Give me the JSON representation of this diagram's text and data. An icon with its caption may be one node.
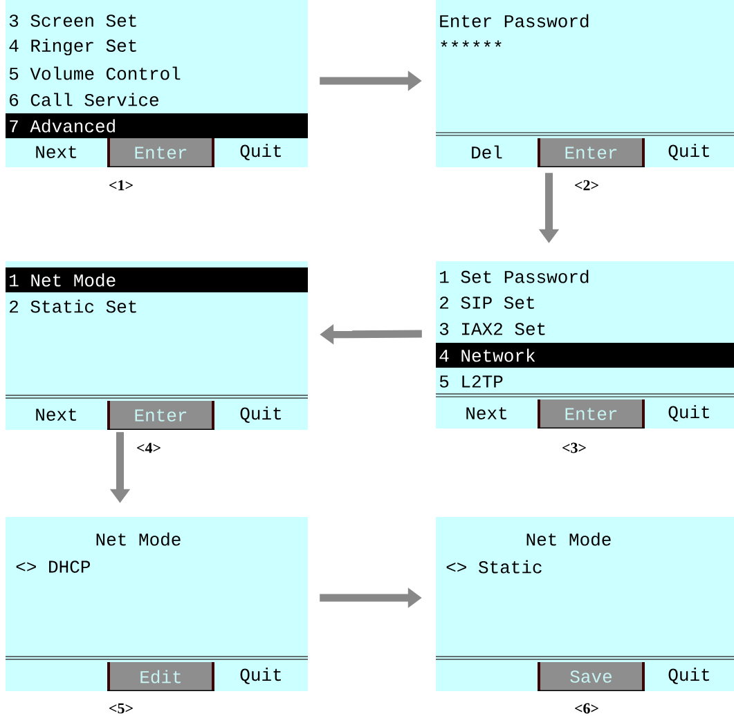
{
  "diagram": {
    "nodes": [
      {
        "text": [
          "3 Screen Set",
          "4 Ringer Set",
          "5 Volume Control",
          "6 Call Service",
          "7 Advanced"
        ],
        "beside": [
          "<1>"
        ]
      },
      {
        "text": [
          "Next"
        ],
        "in": 0
      },
      {
        "text": [
          "Enter"
        ],
        "in": 0
      },
      {
        "text": [
          "Quit"
        ],
        "in": 0
      },
      {
        "text": [
          "Enter Password",
          "******"
        ],
        "beside": [
          "<2>"
        ]
      },
      {
        "text": [
          "Del"
        ],
        "in": 4
      },
      {
        "text": [
          "Enter"
        ],
        "in": 4
      },
      {
        "text": [
          "Quit"
        ],
        "in": 4
      },
      {
        "text": [
          "1 Set Password",
          "2 SIP Set",
          "3 IAX2 Set",
          "4 Network",
          "5 L2TP"
        ],
        "beside": [
          "<3>"
        ]
      },
      {
        "text": [
          "Next"
        ],
        "in": 8
      },
      {
        "text": [
          "Enter"
        ],
        "in": 8
      },
      {
        "text": [
          "Quit"
        ],
        "in": 8
      },
      {
        "text": [
          "1 Net Mode",
          "2 Static Set"
        ],
        "beside": [
          "<4>"
        ]
      },
      {
        "text": [
          "Next"
        ],
        "in": 12
      },
      {
        "text": [
          "Enter"
        ],
        "in": 12
      },
      {
        "text": [
          "Quit"
        ],
        "in": 12
      },
      {
        "text": [
          "Net Mode",
          "<> DHCP"
        ],
        "beside": [
          "<5>"
        ]
      },
      {
        "text": [
          "Edit"
        ],
        "in": 16
      },
      {
        "text": [
          "Quit"
        ],
        "in": 16
      },
      {
        "text": [
          "Net Mode",
          "<> Static"
        ],
        "beside": [
          "<6>"
        ]
      },
      {
        "text": [
          "Save"
        ],
        "in": 19
      },
      {
        "text": [
          "Quit"
        ],
        "in": 19
      }
    ],
    "edges": [
      {
        "from": 0,
        "to": 4,
        "arrow": "to"
      },
      {
        "from": 4,
        "to": 8,
        "arrow": "to"
      },
      {
        "from": 8,
        "to": 12,
        "arrow": "to"
      },
      {
        "from": 12,
        "to": 16,
        "arrow": "to"
      },
      {
        "from": 16,
        "to": 19,
        "arrow": "to"
      }
    ]
  }
}
